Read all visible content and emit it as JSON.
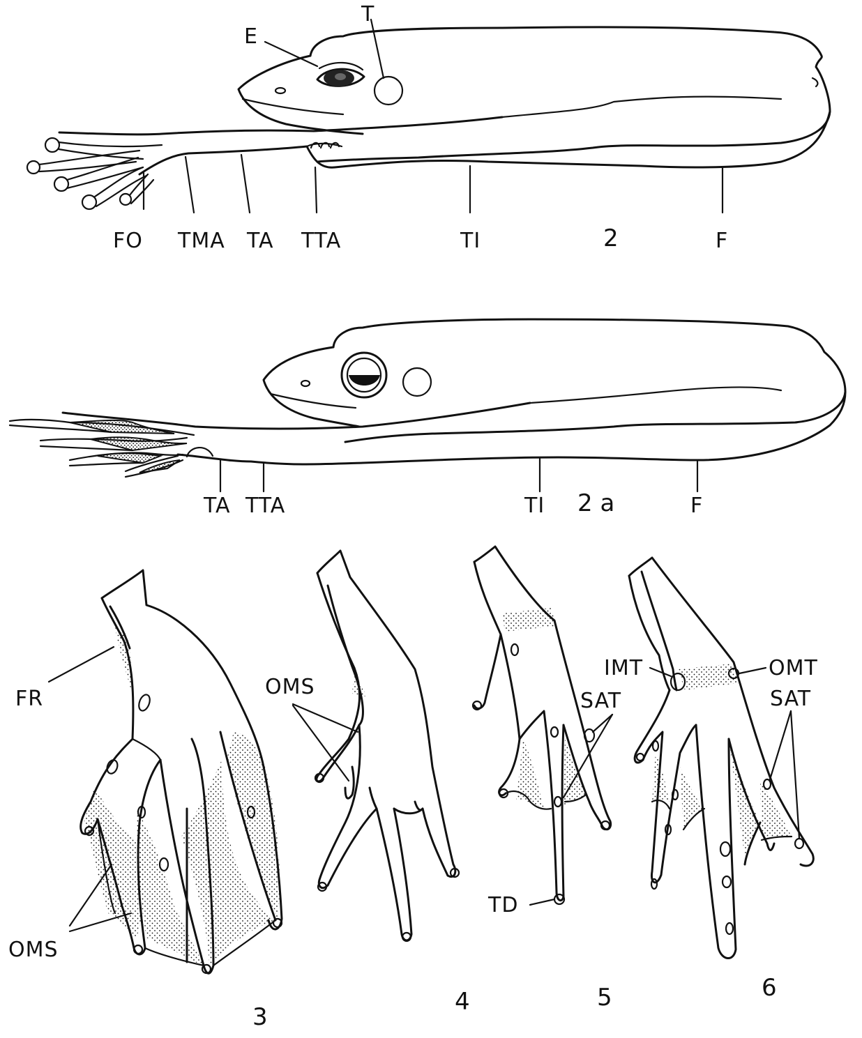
{
  "figure2": {
    "number": "2",
    "labels": {
      "E": "E",
      "T": "T",
      "FO": "FO",
      "TMA": "TMA",
      "TA": "TA",
      "TTA": "TTA",
      "TI": "TI",
      "F": "F"
    }
  },
  "figure2a": {
    "number": "2 a",
    "labels": {
      "TA": "TA",
      "TTA": "TTA",
      "TI": "TI",
      "F": "F"
    }
  },
  "figure3": {
    "number": "3",
    "labels": {
      "FR": "FR",
      "OMS": "OMS"
    }
  },
  "figure4": {
    "number": "4",
    "labels": {
      "OMS": "OMS"
    }
  },
  "figure5": {
    "number": "5",
    "labels": {
      "SAT": "SAT",
      "TD": "TD"
    }
  },
  "figure6": {
    "number": "6",
    "labels": {
      "IMT": "IMT",
      "OMT": "OMT",
      "SAT": "SAT"
    }
  }
}
